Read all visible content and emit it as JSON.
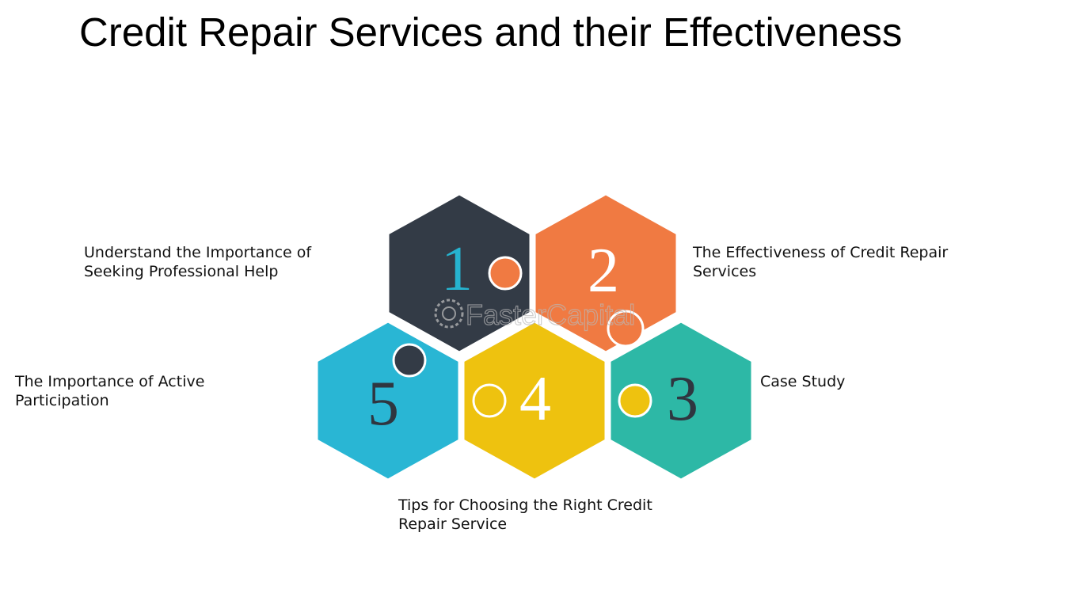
{
  "title": "Credit Repair Services and their Effectiveness",
  "items": [
    {
      "number": "1",
      "label": "Understand the Importance of Seeking Professional Help",
      "color": "#333b46",
      "number_color": "#26b3cf"
    },
    {
      "number": "2",
      "label": "The Effectiveness of Credit Repair Services",
      "color": "#f07a42",
      "number_color": "#ffffff"
    },
    {
      "number": "3",
      "label": "Case Study",
      "color": "#2db8a6",
      "number_color": "#2f3640"
    },
    {
      "number": "4",
      "label": "Tips for Choosing the Right Credit Repair Service",
      "color": "#eec20f",
      "number_color": "#ffffff"
    },
    {
      "number": "5",
      "label": "The Importance of Active Participation",
      "color": "#29b6d4",
      "number_color": "#2f3640"
    }
  ],
  "watermark": {
    "text": "FasterCapital"
  }
}
